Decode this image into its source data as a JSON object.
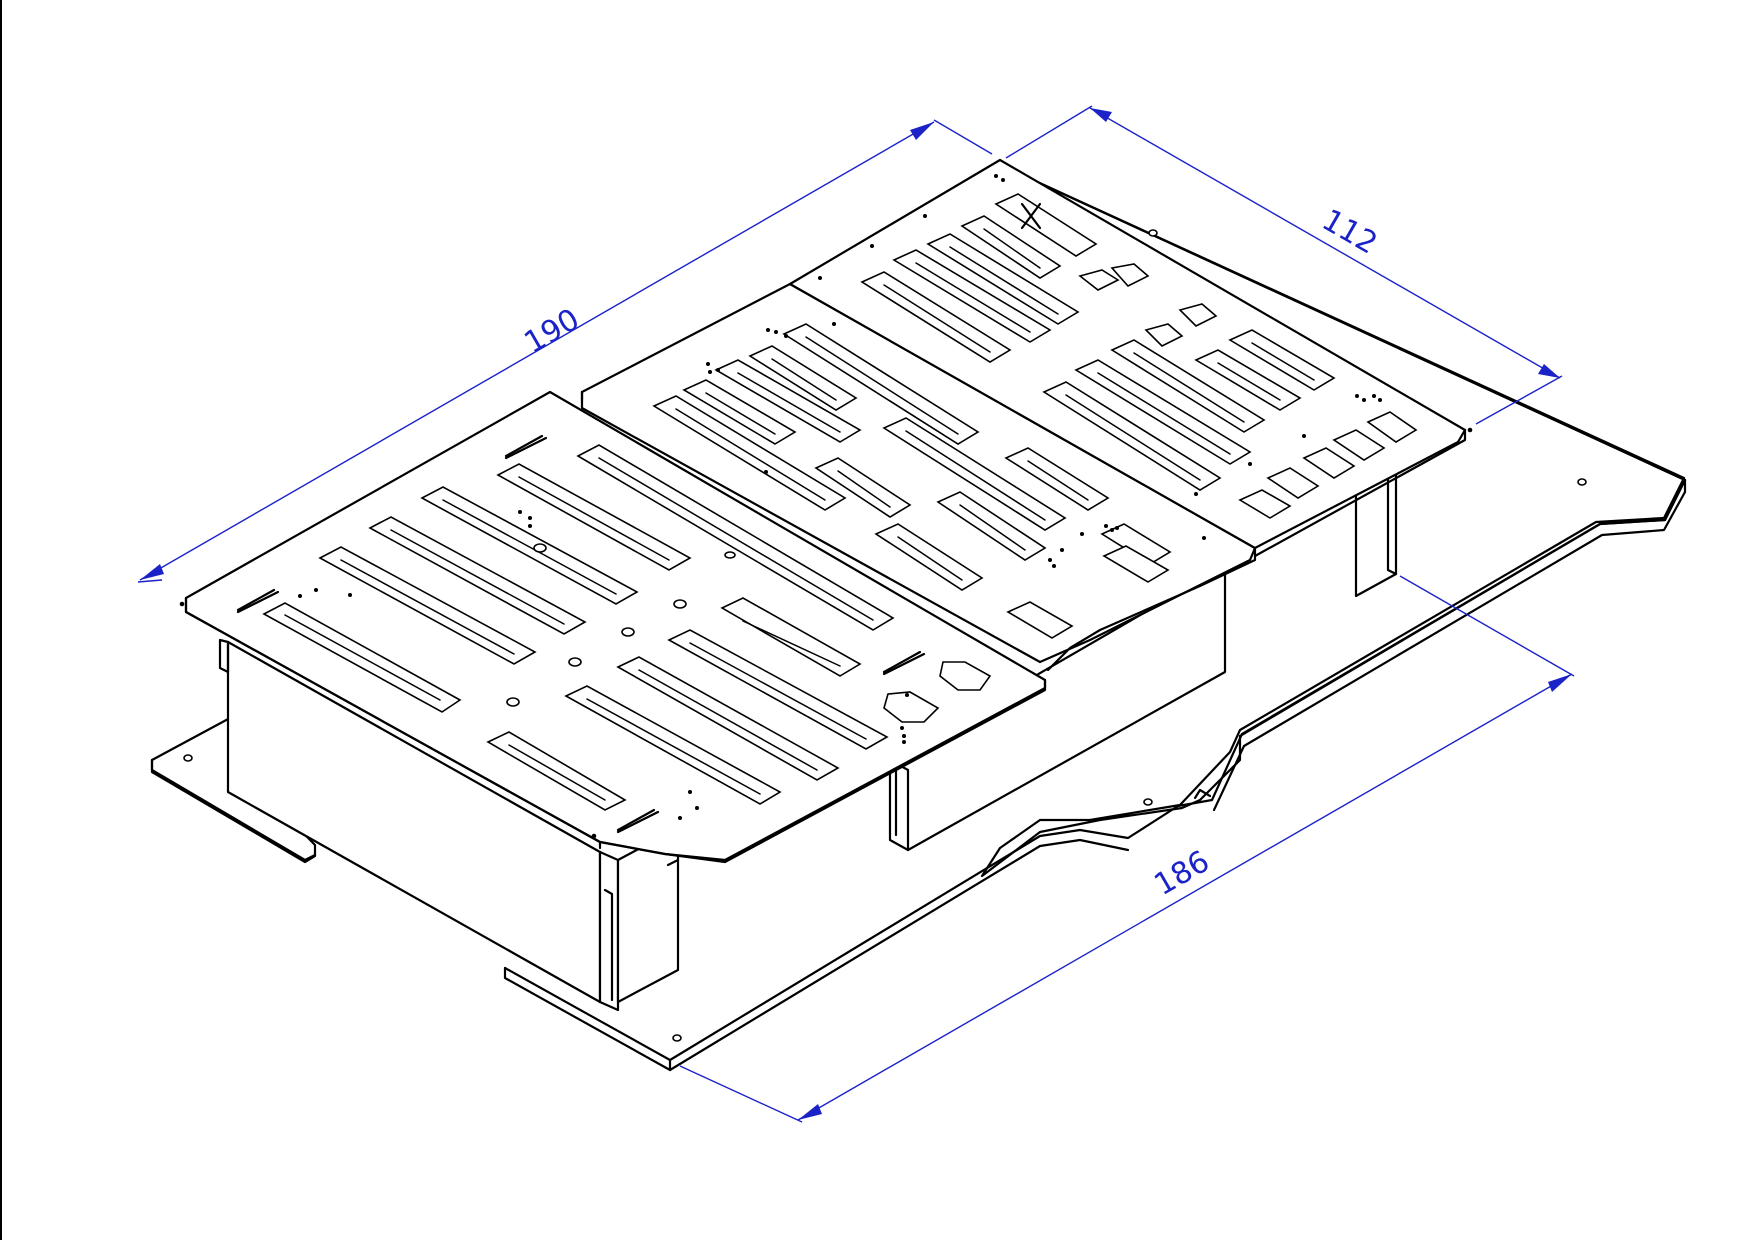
{
  "drawing": {
    "line_color": "#000000",
    "dimension_color": "#1a22c8",
    "dimensions": [
      {
        "value": "190"
      },
      {
        "value": "112"
      },
      {
        "value": "186"
      }
    ]
  }
}
